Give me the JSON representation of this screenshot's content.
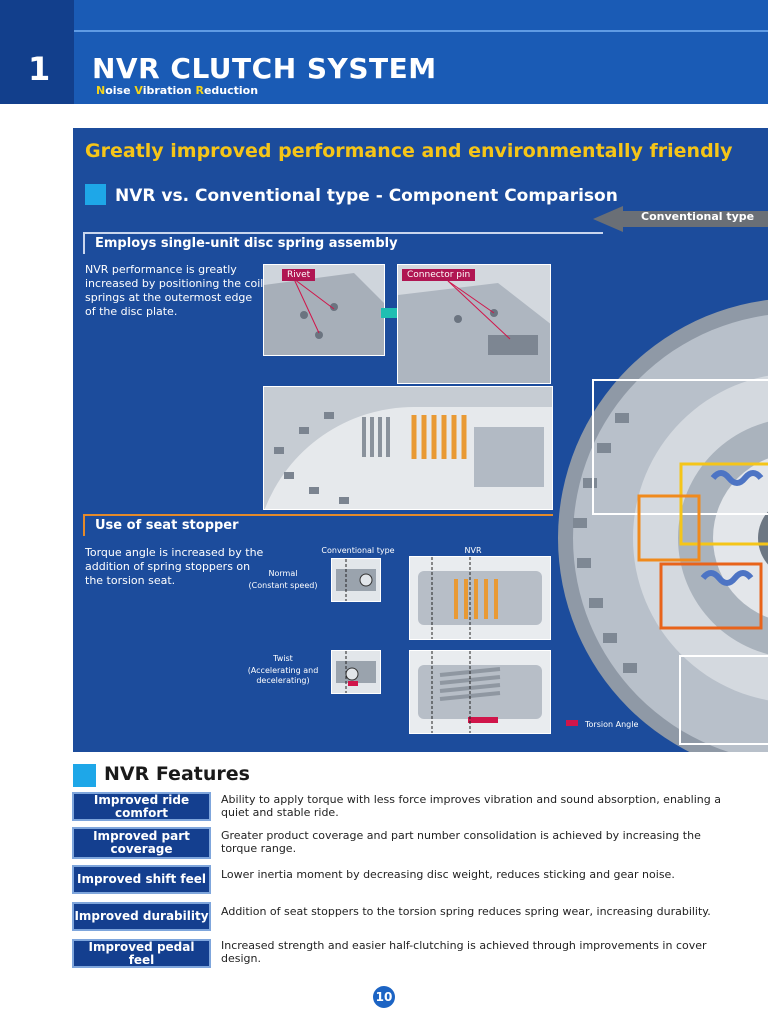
{
  "header": {
    "chapter": "1",
    "title": "NVR CLUTCH SYSTEM",
    "subtitle_parts": [
      {
        "hl": "N",
        "rest": "oise "
      },
      {
        "hl": "V",
        "rest": "ibration "
      },
      {
        "hl": "R",
        "rest": "eduction"
      }
    ]
  },
  "panel": {
    "headline": "Greatly improved performance and environmentally friendly",
    "section_title": "NVR vs. Conventional type - Component Comparison",
    "conventional_tag": "Conventional type",
    "block1": {
      "heading": "Employs single-unit disc spring assembly",
      "text": "NVR performance is greatly increased by positioning the coil springs at the outermost edge of the disc plate.",
      "callouts": [
        "Rivet",
        "Connector pin"
      ]
    },
    "block2": {
      "heading": "Use of seat stopper",
      "text": "Torque angle is increased by the addition of spring stoppers on the torsion seat.",
      "col_conventional": "Conventional type",
      "col_nvr": "NVR",
      "normal_label": "Normal",
      "normal_sub": "(Constant speed)",
      "twist_label": "Twist",
      "twist_sub": "(Accelerating and decelerating)",
      "torsion_key": "Torsion Angle"
    }
  },
  "features": {
    "title": "NVR Features",
    "items": [
      {
        "label": "Improved ride comfort",
        "desc": "Ability to apply torque with less force improves vibration and sound absorption, enabling a quiet and stable ride."
      },
      {
        "label": "Improved part coverage",
        "desc": "Greater product coverage and part number consolidation is achieved by increasing the torque range."
      },
      {
        "label": "Improved shift feel",
        "desc": "Lower inertia moment by decreasing disc weight, reduces sticking and gear noise."
      },
      {
        "label": "Improved durability",
        "desc": "Addition of seat stoppers to the torsion spring reduces spring wear, increasing durability."
      },
      {
        "label": "Improved pedal feel",
        "desc": "Increased strength and easier half-clutching is achieved through improvements in cover design."
      }
    ]
  },
  "page_number": "10"
}
